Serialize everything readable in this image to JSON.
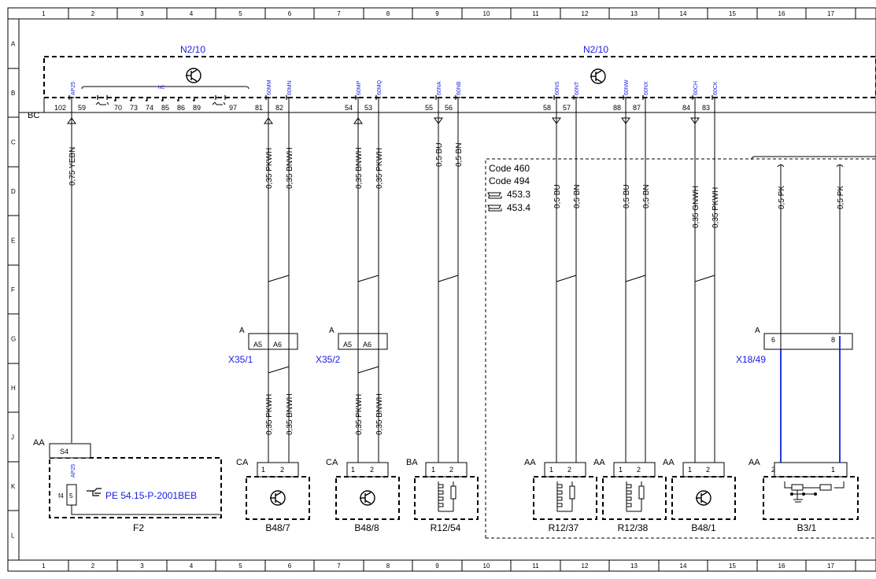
{
  "grid": {
    "columns": [
      "1",
      "2",
      "3",
      "4",
      "5",
      "6",
      "7",
      "8",
      "9",
      "10",
      "11",
      "12",
      "13",
      "14",
      "15",
      "16",
      "17"
    ],
    "rows": [
      "A",
      "B",
      "C",
      "D",
      "E",
      "F",
      "G",
      "H",
      "J",
      "K",
      "L"
    ]
  },
  "module": {
    "name_left": "N2/10",
    "name_right": "N2/10",
    "connector": "BC",
    "nc_label": "NC",
    "pins": {
      "p102": "102",
      "p59": "59",
      "p70": "70",
      "p73": "73",
      "p74": "74",
      "p85": "85",
      "p86": "86",
      "p89": "89",
      "p97": "97",
      "p81": "81",
      "p82": "82",
      "p54": "54",
      "p53": "53",
      "p55": "55",
      "p56": "56",
      "p58": "58",
      "p57": "57",
      "p88": "88",
      "p87": "87",
      "p84": "84",
      "p83": "83"
    },
    "signals": {
      "s59": "AP25",
      "s81": "60MM",
      "s82": "60MN",
      "s54": "60MP",
      "s53": "60MQ",
      "s55": "60NA",
      "s56": "60NB",
      "s58": "60NS",
      "s57": "60NT",
      "s88": "60NW",
      "s87": "60NX",
      "s84": "60CH",
      "s83": "60CK"
    }
  },
  "wires": {
    "w59": "0,75 YEBN",
    "w81a": "0,35 PKWH",
    "w82a": "0,35 BNWH",
    "w54a": "0,35 BNWH",
    "w53a": "0,35 PKWH",
    "w55": "0,5 BU",
    "w56": "0,5 BN",
    "w58": "0,5 BU",
    "w57": "0,5 BN",
    "w88": "0,5 BU",
    "w87": "0,5 BN",
    "w84": "0,35 GNWH",
    "w83": "0,35 PKWH",
    "w16": "0,5 PK",
    "w17": "0,5 PK",
    "w81b": "0,35 PKWH",
    "w82b": "0,35 BNWH",
    "w54b": "0,35 PKWH",
    "w53b": "0,35 BNWH"
  },
  "codes": {
    "c1": "Code 460",
    "c2": "Code 494",
    "v1": "453.3",
    "v2": "453.4"
  },
  "connectors": {
    "x351": "X35/1",
    "x352": "X35/2",
    "x1849": "X18/49",
    "conn_a": "A",
    "pin_a5": "A5",
    "pin_a6": "A6",
    "pin_6": "6",
    "pin_8": "8"
  },
  "components": {
    "f2": "F2",
    "b48_7": "B48/7",
    "b48_8": "B48/8",
    "r12_54": "R12/54",
    "r12_37": "R12/37",
    "r12_38": "R12/38",
    "b48_1": "B48/1",
    "b3_1": "B3/1",
    "f2_conn": "AA",
    "f2_pin": "S4",
    "f2_sig": "AP25",
    "f2_fuse": "f4",
    "f2_fuse_pin": "5",
    "f2_ref": "PE 54.15-P-2001BEB",
    "ca": "CA",
    "ba": "BA",
    "aa": "AA",
    "pin1": "1",
    "pin2": "2"
  },
  "colors": {
    "ink": "#000000",
    "blue_text": "#1a1ae6",
    "blue_wire": "#1f3fd8"
  }
}
